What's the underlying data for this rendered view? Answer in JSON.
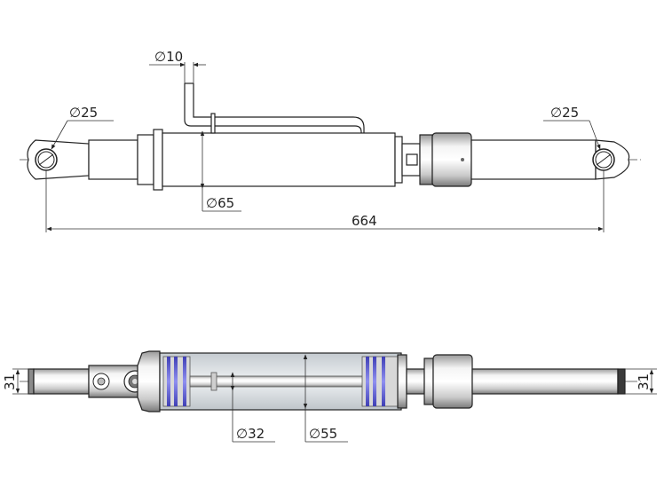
{
  "diameter_symbol": "∅",
  "dimensions": {
    "port_diameter": "10",
    "left_eye_diameter": "25",
    "right_eye_diameter": "25",
    "barrel_diameter": "65",
    "overall_length": "664",
    "rod_diameter": "32",
    "bore_diameter": "55",
    "left_end_width": "31",
    "right_end_width": "31"
  },
  "colors": {
    "line": "#222222",
    "body_fill": "#ffffff",
    "metal_light": "#e6e6e6",
    "metal_dark": "#8a8a8a",
    "seal_blue": "#6a6ad6",
    "glass": "#dfe3e6"
  }
}
